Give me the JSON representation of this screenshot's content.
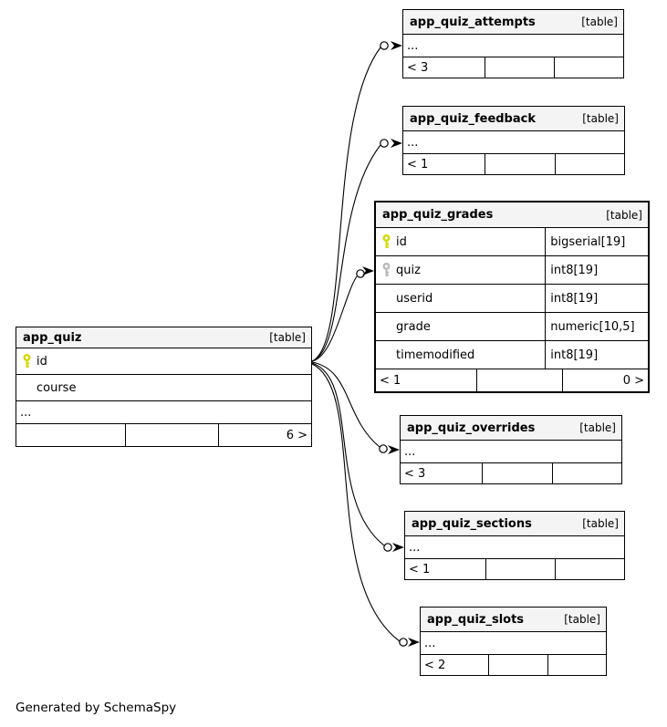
{
  "colors": {
    "header_bg": "#f4f4f4",
    "border": "#000000",
    "primary_key_icon": "#d6d600",
    "foreign_key_icon": "#b9b9b9"
  },
  "footer_note": "Generated by SchemaSpy",
  "tables": {
    "quiz": {
      "name": "app_quiz",
      "tag": "[table]",
      "columns": [
        {
          "name": "id",
          "key": "primary"
        },
        {
          "name": "course",
          "key": ""
        }
      ],
      "ellipsis": "...",
      "footer": {
        "right": "6 >"
      }
    },
    "attempts": {
      "name": "app_quiz_attempts",
      "tag": "[table]",
      "ellipsis": "...",
      "footer": {
        "left": "< 3"
      }
    },
    "feedback": {
      "name": "app_quiz_feedback",
      "tag": "[table]",
      "ellipsis": "...",
      "footer": {
        "left": "< 1"
      }
    },
    "grades": {
      "name": "app_quiz_grades",
      "tag": "[table]",
      "columns": [
        {
          "name": "id",
          "type": "bigserial[19]",
          "key": "primary"
        },
        {
          "name": "quiz",
          "type": "int8[19]",
          "key": "foreign"
        },
        {
          "name": "userid",
          "type": "int8[19]",
          "key": ""
        },
        {
          "name": "grade",
          "type": "numeric[10,5]",
          "key": ""
        },
        {
          "name": "timemodified",
          "type": "int8[19]",
          "key": ""
        }
      ],
      "footer": {
        "left": "< 1",
        "right": "0 >"
      }
    },
    "overrides": {
      "name": "app_quiz_overrides",
      "tag": "[table]",
      "ellipsis": "...",
      "footer": {
        "left": "< 3"
      }
    },
    "sections": {
      "name": "app_quiz_sections",
      "tag": "[table]",
      "ellipsis": "...",
      "footer": {
        "left": "< 1"
      }
    },
    "slots": {
      "name": "app_quiz_slots",
      "tag": "[table]",
      "ellipsis": "...",
      "footer": {
        "left": "< 2"
      }
    }
  }
}
